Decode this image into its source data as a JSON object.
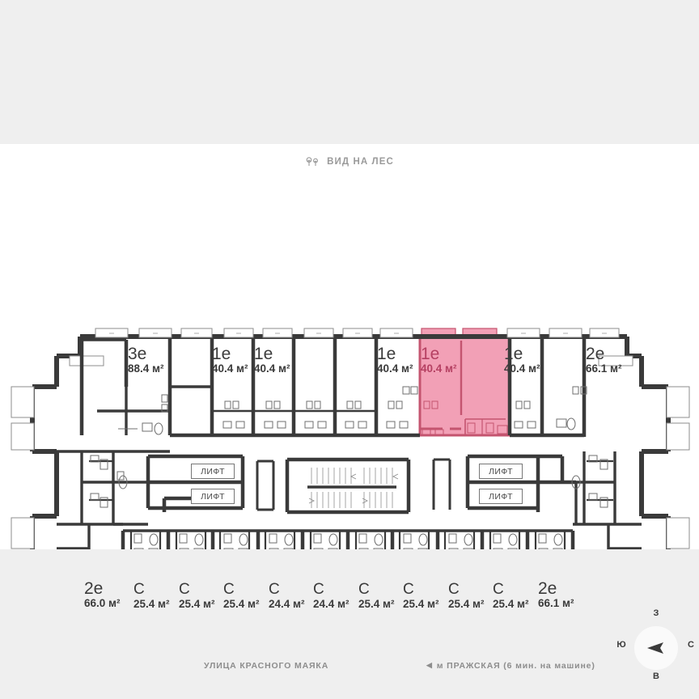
{
  "header": {
    "view_label": "ВИД НА ЛЕС",
    "view_icon": "trees-icon"
  },
  "floorplan": {
    "highlight_color": "#f2a0b6",
    "highlight_wall_color": "#c4546f",
    "wall_color": "#3a3a3a",
    "apartments_top": [
      {
        "type": "3е",
        "area": "88.4 м²",
        "highlighted": false
      },
      {
        "type": "1е",
        "area": "40.4 м²",
        "highlighted": false
      },
      {
        "type": "1е",
        "area": "40.4 м²",
        "highlighted": false
      },
      {
        "type": "1е",
        "area": "40.4 м²",
        "highlighted": false
      },
      {
        "type": "1е",
        "area": "40.4 м²",
        "highlighted": true
      },
      {
        "type": "1е",
        "area": "40.4 м²",
        "highlighted": false
      },
      {
        "type": "2е",
        "area": "66.1 м²",
        "highlighted": false
      }
    ],
    "apartments_bottom": [
      {
        "type": "2е",
        "area": "66.0 м²"
      },
      {
        "type": "С",
        "area": "25.4 м²"
      },
      {
        "type": "С",
        "area": "25.4 м²"
      },
      {
        "type": "С",
        "area": "25.4 м²"
      },
      {
        "type": "С",
        "area": "24.4 м²"
      },
      {
        "type": "С",
        "area": "24.4 м²"
      },
      {
        "type": "С",
        "area": "25.4 м²"
      },
      {
        "type": "С",
        "area": "25.4 м²"
      },
      {
        "type": "С",
        "area": "25.4 м²"
      },
      {
        "type": "С",
        "area": "25.4 м²"
      },
      {
        "type": "2е",
        "area": "66.1 м²"
      }
    ],
    "lifts": [
      {
        "label": "ЛИФТ"
      },
      {
        "label": "ЛИФТ"
      },
      {
        "label": "ЛИФТ"
      },
      {
        "label": "ЛИФТ"
      }
    ]
  },
  "captions": {
    "street": "УЛИЦА КРАСНОГО МАЯКА",
    "metro": "м ПРАЖСКАЯ (6 мин. на машине)",
    "metro_marker": "◀"
  },
  "compass": {
    "north": "З",
    "south": "В",
    "west": "Ю",
    "east": "С"
  }
}
